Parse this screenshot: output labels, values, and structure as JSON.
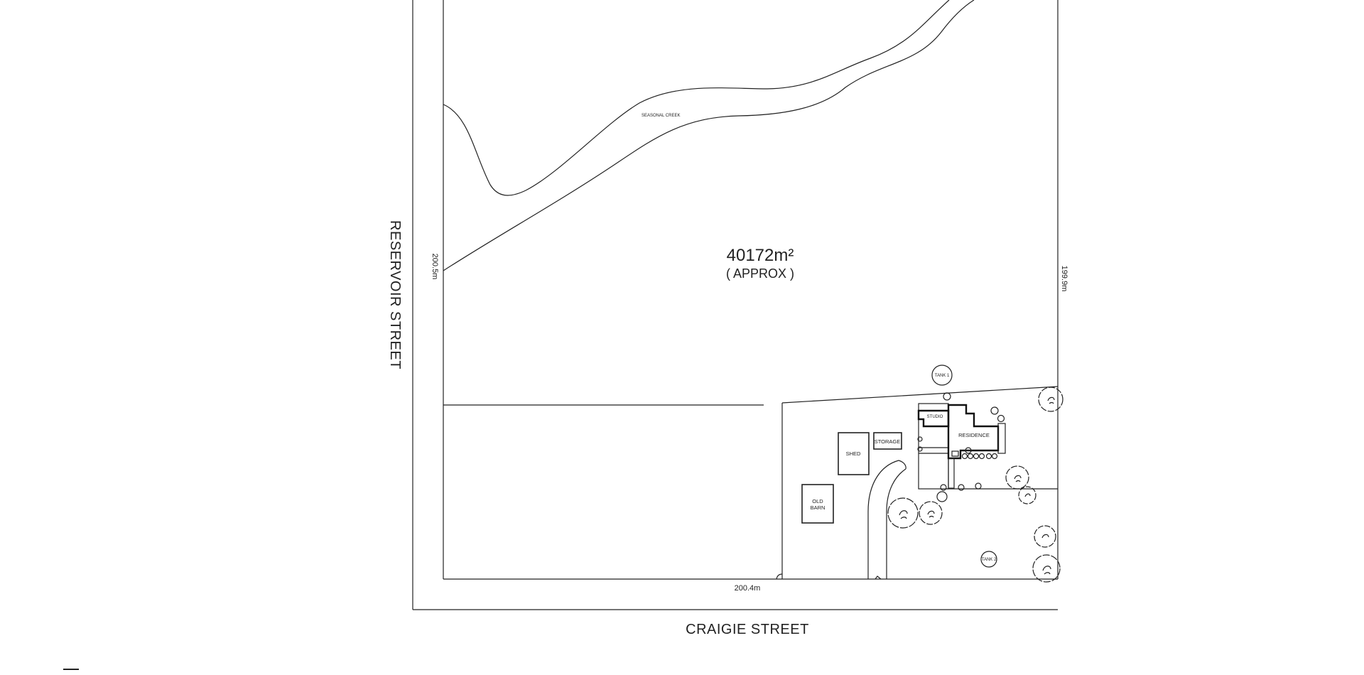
{
  "plan": {
    "streets": {
      "west": "RESERVOIR STREET",
      "south": "CRAIGIE STREET"
    },
    "dimensions": {
      "west": "200.5m",
      "east": "199.9m",
      "south": "200.4m"
    },
    "area": {
      "value": "40172m²",
      "note": "( APPROX )"
    },
    "features": {
      "creek": "SEASONAL CREEK",
      "tank1": "TANK 1",
      "tank2": "TANK 2",
      "shed": "SHED",
      "storage": "STORAGE",
      "old_barn_line1": "OLD",
      "old_barn_line2": "BARN",
      "studio": "STUDIO",
      "residence": "RESIDENCE"
    }
  }
}
